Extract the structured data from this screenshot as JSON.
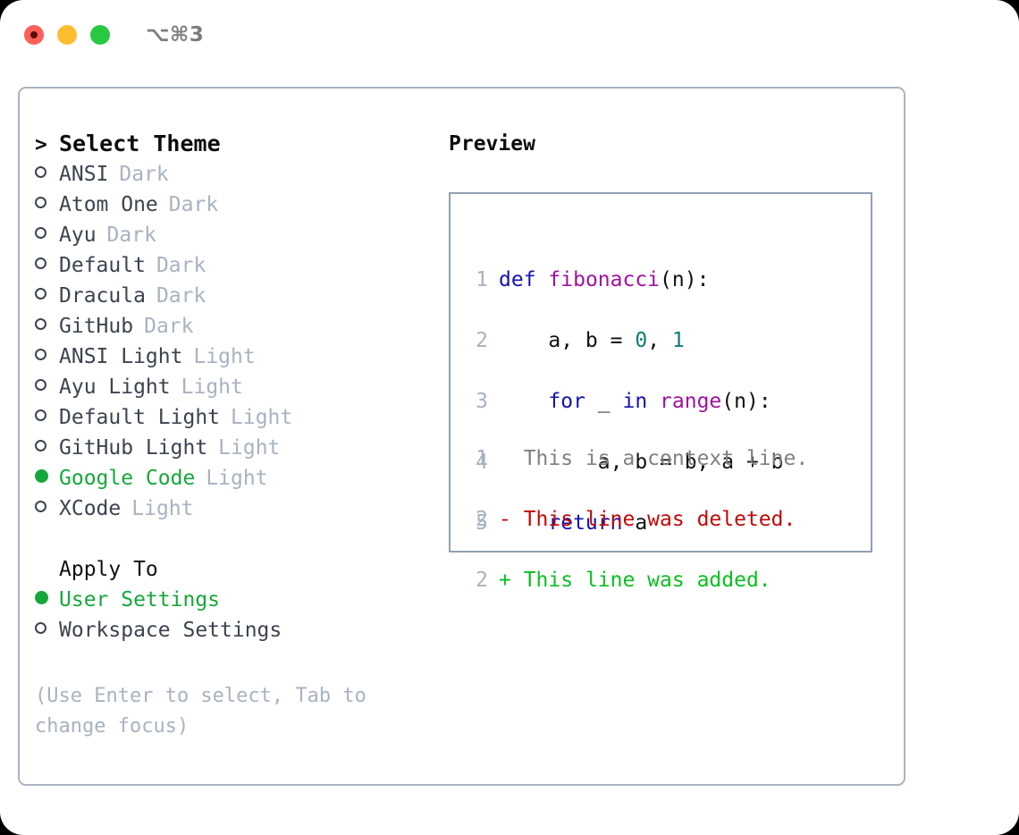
{
  "titlebar": {
    "shortcut": "⌥⌘3",
    "buttons": [
      {
        "name": "close",
        "color": "#ff5f57"
      },
      {
        "name": "minimize",
        "color": "#ffbd2e"
      },
      {
        "name": "maximize",
        "color": "#28c840"
      }
    ]
  },
  "theme_picker": {
    "header": {
      "caret": ">",
      "title": "Select Theme"
    },
    "items": [
      {
        "label": "ANSI",
        "kind": "Dark",
        "selected": false
      },
      {
        "label": "Atom One",
        "kind": "Dark",
        "selected": false
      },
      {
        "label": "Ayu",
        "kind": "Dark",
        "selected": false
      },
      {
        "label": "Default",
        "kind": "Dark",
        "selected": false
      },
      {
        "label": "Dracula",
        "kind": "Dark",
        "selected": false
      },
      {
        "label": "GitHub",
        "kind": "Dark",
        "selected": false
      },
      {
        "label": "ANSI Light",
        "kind": "Light",
        "selected": false
      },
      {
        "label": "Ayu Light",
        "kind": "Light",
        "selected": false
      },
      {
        "label": "Default Light",
        "kind": "Light",
        "selected": false
      },
      {
        "label": "GitHub Light",
        "kind": "Light",
        "selected": false
      },
      {
        "label": "Google Code",
        "kind": "Light",
        "selected": true
      },
      {
        "label": "XCode",
        "kind": "Light",
        "selected": false
      }
    ]
  },
  "apply_to": {
    "title": "Apply To",
    "items": [
      {
        "label": "User Settings",
        "selected": true
      },
      {
        "label": "Workspace Settings",
        "selected": false
      }
    ]
  },
  "hint": "(Use Enter to select, Tab to change focus)",
  "preview": {
    "title": "Preview",
    "code_lines": [
      {
        "num": "1",
        "tokens": [
          {
            "t": "def",
            "c": "kw"
          },
          {
            "t": " ",
            "c": "pln"
          },
          {
            "t": "fibonacci",
            "c": "fn"
          },
          {
            "t": "(n):",
            "c": "pln"
          }
        ]
      },
      {
        "num": "2",
        "tokens": [
          {
            "t": "    a, b = ",
            "c": "pln"
          },
          {
            "t": "0",
            "c": "num"
          },
          {
            "t": ", ",
            "c": "pln"
          },
          {
            "t": "1",
            "c": "num"
          }
        ]
      },
      {
        "num": "3",
        "tokens": [
          {
            "t": "    ",
            "c": "pln"
          },
          {
            "t": "for",
            "c": "kw"
          },
          {
            "t": " _ ",
            "c": "pln"
          },
          {
            "t": "in",
            "c": "kw"
          },
          {
            "t": " ",
            "c": "pln"
          },
          {
            "t": "range",
            "c": "fn"
          },
          {
            "t": "(n):",
            "c": "pln"
          }
        ]
      },
      {
        "num": "4",
        "tokens": [
          {
            "t": "        a, b = b, a + b",
            "c": "pln"
          }
        ]
      },
      {
        "num": "5",
        "tokens": [
          {
            "t": "    ",
            "c": "pln"
          },
          {
            "t": "return",
            "c": "kw"
          },
          {
            "t": " a",
            "c": "pln"
          }
        ]
      }
    ],
    "diff_lines": [
      {
        "num": "1",
        "sign": " ",
        "text": "This is a context line.",
        "kind": "ctx"
      },
      {
        "num": "2",
        "sign": "-",
        "text": "This line was deleted.",
        "kind": "del"
      },
      {
        "num": "2",
        "sign": "+",
        "text": "This line was added.",
        "kind": "add"
      }
    ]
  },
  "colors": {
    "accent_green": "#16a73a",
    "muted": "#a8b2c1",
    "keyword": "#1414b0",
    "function": "#a0119e",
    "number": "#0d7c76",
    "diff_added": "#0ac020",
    "diff_deleted": "#c00808"
  }
}
